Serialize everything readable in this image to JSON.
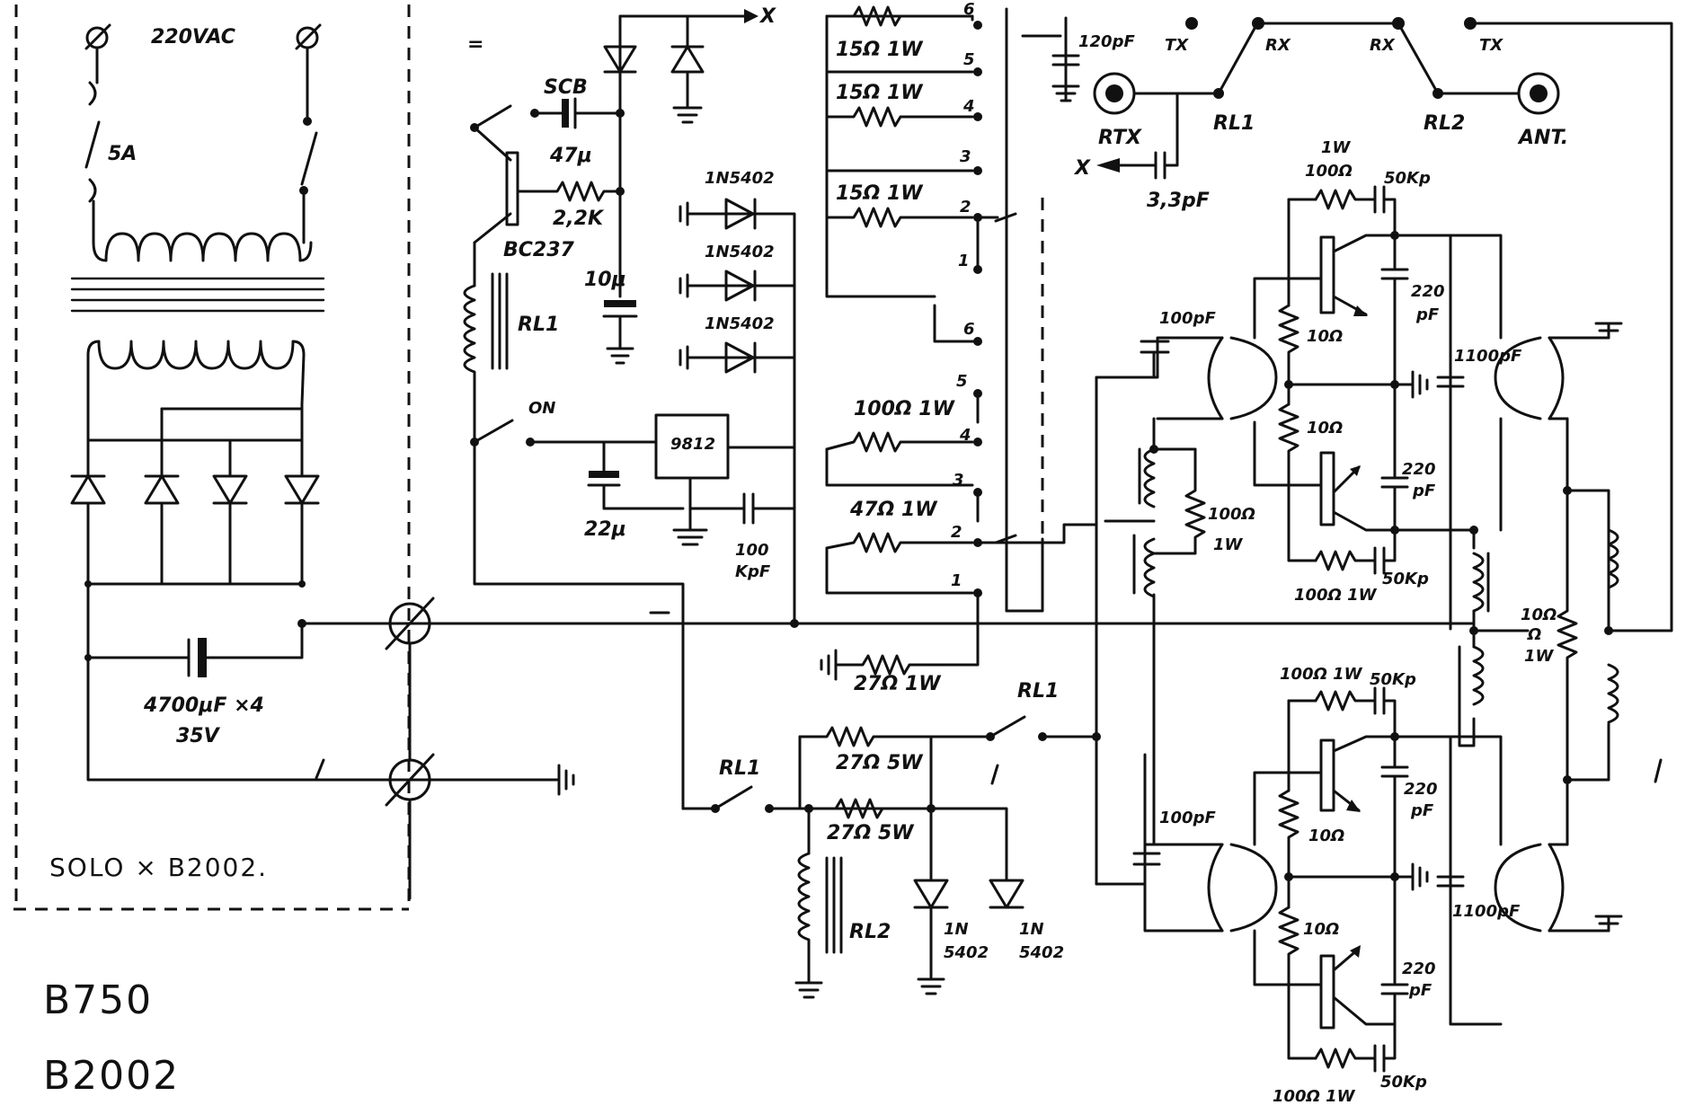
{
  "labels": {
    "mains_voltage": "220VAC",
    "fuse": "5A",
    "filter_cap": "4700μF ×4",
    "filter_cap_voltage": "35V",
    "note": "SOLO × B2002.",
    "model_1": "B750",
    "model_2": "B2002",
    "scb": "SCB",
    "cap_47u": "47μ",
    "res_2k2": "2,2K",
    "transistor": "BC237",
    "cap_10u": "10μ",
    "relay_rl1": "RL1",
    "relay_rl2": "RL2",
    "diode_a": "1N5402",
    "diode_b": "1N5402",
    "diode_c": "1N5402",
    "switch_on": "ON",
    "regulator": "9812",
    "cap_22u": "22μ",
    "cap_100kpf_a": "100",
    "cap_100kpf_b": "KpF",
    "x_out": "X",
    "x_in": "X",
    "res_15_1": "15Ω 1W",
    "res_15_2": "15Ω 1W",
    "res_15_3": "15Ω 1W",
    "res_100_1w": "100Ω 1W",
    "res_47_1w": "47Ω 1W",
    "res_27_1w": "27Ω 1W",
    "res_27_5w_a": "27Ω 5W",
    "res_27_5w_b": "27Ω 5W",
    "diode_1n5402_a_1": "1N",
    "diode_1n5402_a_2": "5402",
    "diode_1n5402_b_1": "1N",
    "diode_1n5402_b_2": "5402",
    "cap_120pf": "120pF",
    "tx_1": "TX",
    "rx_1": "RX",
    "rx_2": "RX",
    "tx_2": "TX",
    "rtx": "RTX",
    "rl1_sw": "RL1",
    "rl2_sw": "RL2",
    "ant": "ANT.",
    "cap_3p3": "3,3pF",
    "res_100_fb_top": "100Ω",
    "res_1w_fb_top": "1W",
    "cap_50kp_top": "50Kp",
    "cap_100pf_top": "100pF",
    "res_10_a": "10Ω",
    "res_10_b": "10Ω",
    "cap_220pf_a": "220",
    "cap_220pf_a_u": "pF",
    "cap_220pf_b": "220",
    "cap_220pf_b_u": "pF",
    "cap_1100_top": "1100pF",
    "res_100_mid": "100Ω",
    "res_100_mid_w": "1W",
    "res_100_1w_bot_top": "100Ω 1W",
    "cap_50kp_mid": "50Kp",
    "res_10_1w_out": "10Ω",
    "res_10_1w_out_b": "Ω",
    "res_10_1w_out_c": "1W",
    "res_100_1w_b2": "100Ω 1W",
    "cap_50kp_b2": "50Kp",
    "cap_100pf_bot": "100pF",
    "res_10_c": "10Ω",
    "res_10_d": "10Ω",
    "cap_220pf_c": "220",
    "cap_220pf_c_u": "pF",
    "cap_220pf_d": "220",
    "cap_220pf_d_u": "pF",
    "cap_1100_bot": "1100pF",
    "res_100_1w_b3": "100Ω 1W",
    "cap_50kp_b3": "50Kp",
    "relay_rl1_low": "RL1",
    "relay_rl1_mid": "RL1",
    "pin_6a": "6",
    "pin_5a": "5",
    "pin_4a": "4",
    "pin_3a": "3",
    "pin_2a": "2",
    "pin_1a": "1",
    "pin_6b": "6",
    "pin_5b": "5",
    "pin_4b": "4",
    "pin_3b": "3",
    "pin_2b": "2",
    "pin_1b": "1"
  }
}
